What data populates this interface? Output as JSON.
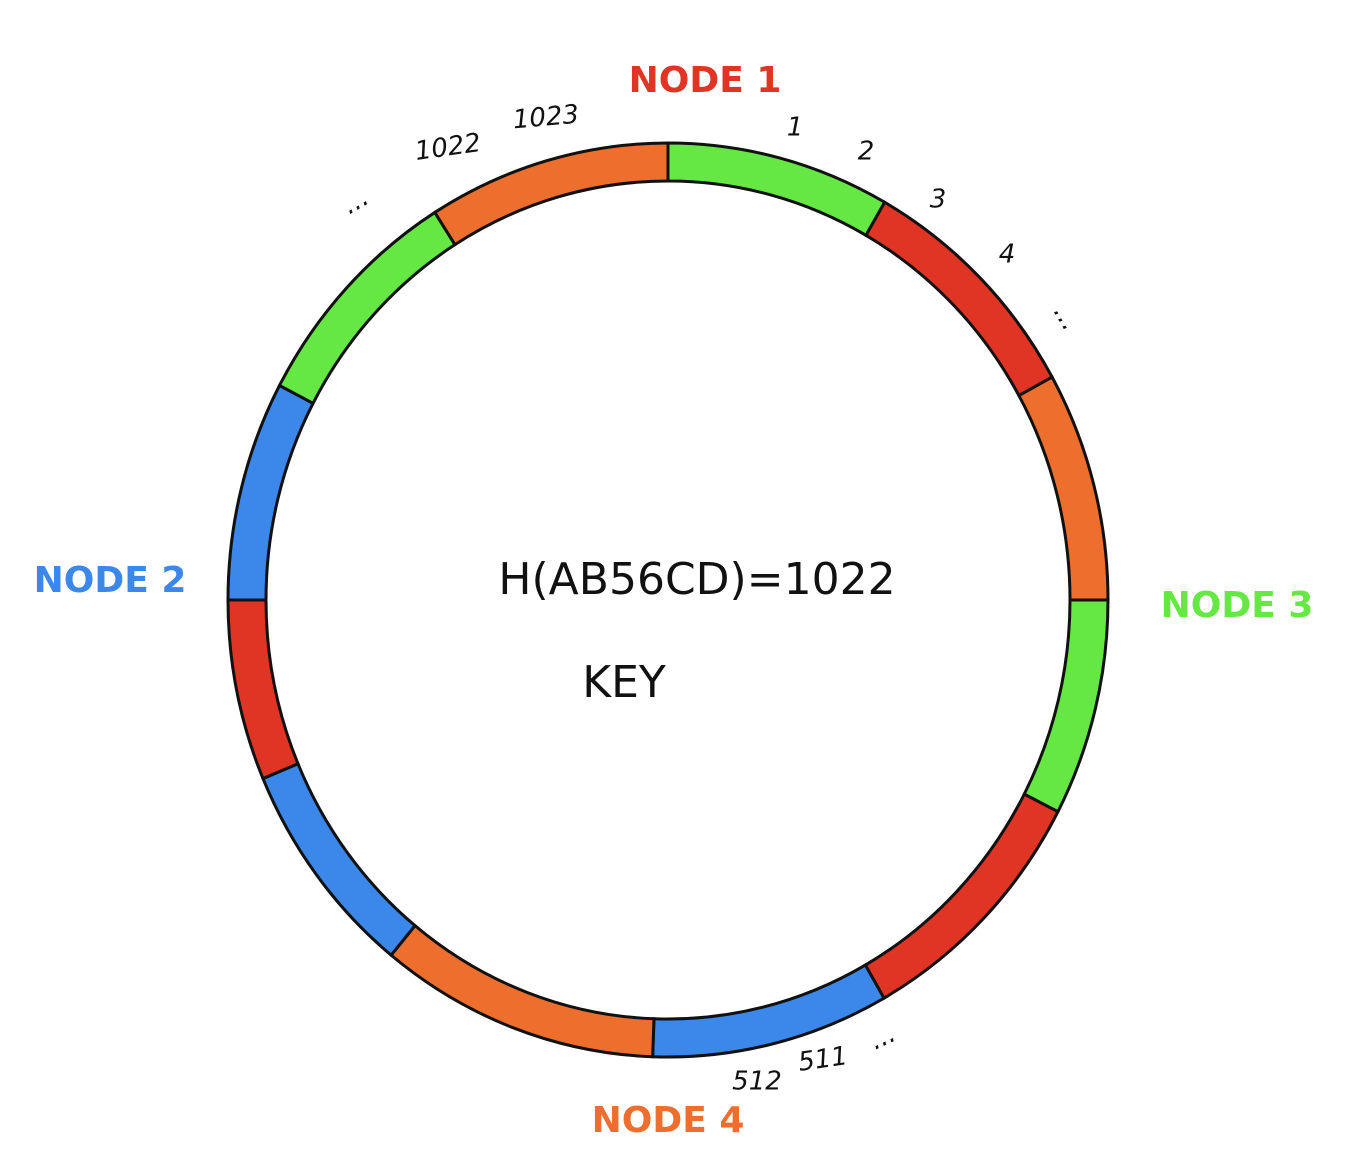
{
  "colors": {
    "green": "#66e844",
    "red": "#e03424",
    "orange": "#ee6e2e",
    "blue": "#3b88ea",
    "outline": "#111111"
  },
  "ring": {
    "segments": [
      {
        "color": "green"
      },
      {
        "color": "red"
      },
      {
        "color": "orange"
      },
      {
        "color": "green"
      },
      {
        "color": "red"
      },
      {
        "color": "blue"
      },
      {
        "color": "orange"
      },
      {
        "color": "blue"
      },
      {
        "color": "red"
      },
      {
        "color": "blue"
      },
      {
        "color": "green"
      },
      {
        "color": "orange"
      }
    ]
  },
  "nodes": [
    {
      "label": "NODE 1",
      "color": "#e03424"
    },
    {
      "label": "NODE 2",
      "color": "#3b88ea"
    },
    {
      "label": "NODE 3",
      "color": "#66e844"
    },
    {
      "label": "NODE 4",
      "color": "#ee6e2e"
    }
  ],
  "positions": {
    "p1": "1",
    "p2": "2",
    "p3": "3",
    "p4": "4",
    "ellipsis_right": "...",
    "p1022": "1022",
    "p1023": "1023",
    "ellipsis_left": "...",
    "p511": "511",
    "p512": "512",
    "ellipsis_bottom": "..."
  },
  "center": {
    "hash": "H(AB56CD)=1022",
    "key": "KEY"
  }
}
